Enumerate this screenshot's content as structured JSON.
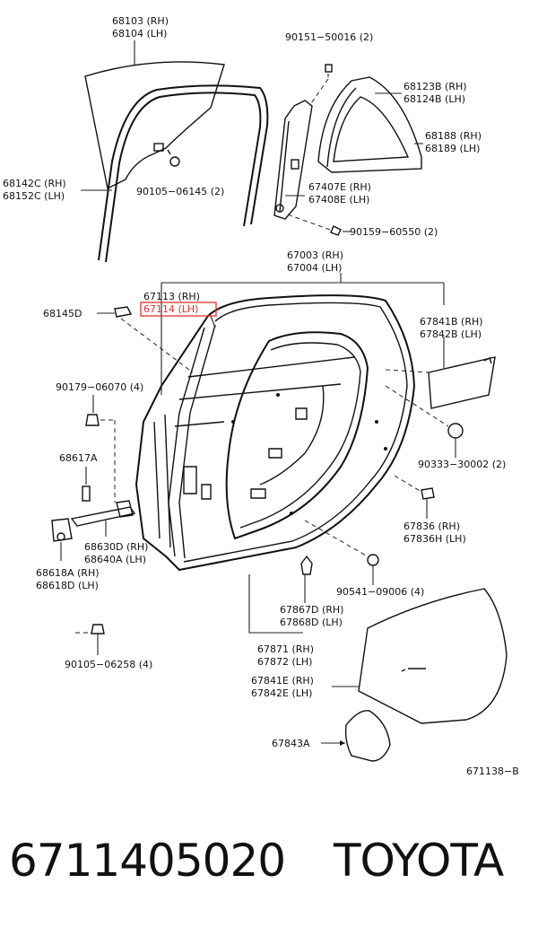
{
  "labels": {
    "l_68103": "68103 (RH)",
    "l_68104": "68104 (LH)",
    "l_90151": "90151−50016 (2)",
    "l_68123B": "68123B (RH)",
    "l_68124B": "68124B (LH)",
    "l_68188": "68188 (RH)",
    "l_68189": "68189 (LH)",
    "l_68142C": "68142C (RH)",
    "l_68152C": "68152C (LH)",
    "l_90105a": "90105−06145 (2)",
    "l_67407E": "67407E (RH)",
    "l_67408E": "67408E (LH)",
    "l_90159": "90159−60550 (2)",
    "l_67003": "67003 (RH)",
    "l_67004": "67004 (LH)",
    "l_67113": "67113 (RH)",
    "l_67114": "67114 (LH)",
    "l_68145D": "68145D",
    "l_67841B": "67841B (RH)",
    "l_67842B": "67842B (LH)",
    "l_90179": "90179−06070 (4)",
    "l_90333": "90333−30002 (2)",
    "l_68617A": "68617A",
    "l_67836": "67836   (RH)",
    "l_67836H": "67836H (LH)",
    "l_68630D": "68630D (RH)",
    "l_68640A": "68640A (LH)",
    "l_68618A": "68618A (RH)",
    "l_68618D": "68618D (LH)",
    "l_90541": "90541−09006 (4)",
    "l_67867D": "67867D (RH)",
    "l_67868D": "67868D (LH)",
    "l_90105b": "90105−06258 (4)",
    "l_67871": "67871 (RH)",
    "l_67872": "67872 (LH)",
    "l_67841E": "67841E (RH)",
    "l_67842E": "67842E (LH)",
    "l_67843A": "67843A",
    "l_671138": "671138−B"
  },
  "highlight_color": "#e03030",
  "footer": {
    "part_number": "6711405020",
    "brand": "TOYOTA"
  }
}
